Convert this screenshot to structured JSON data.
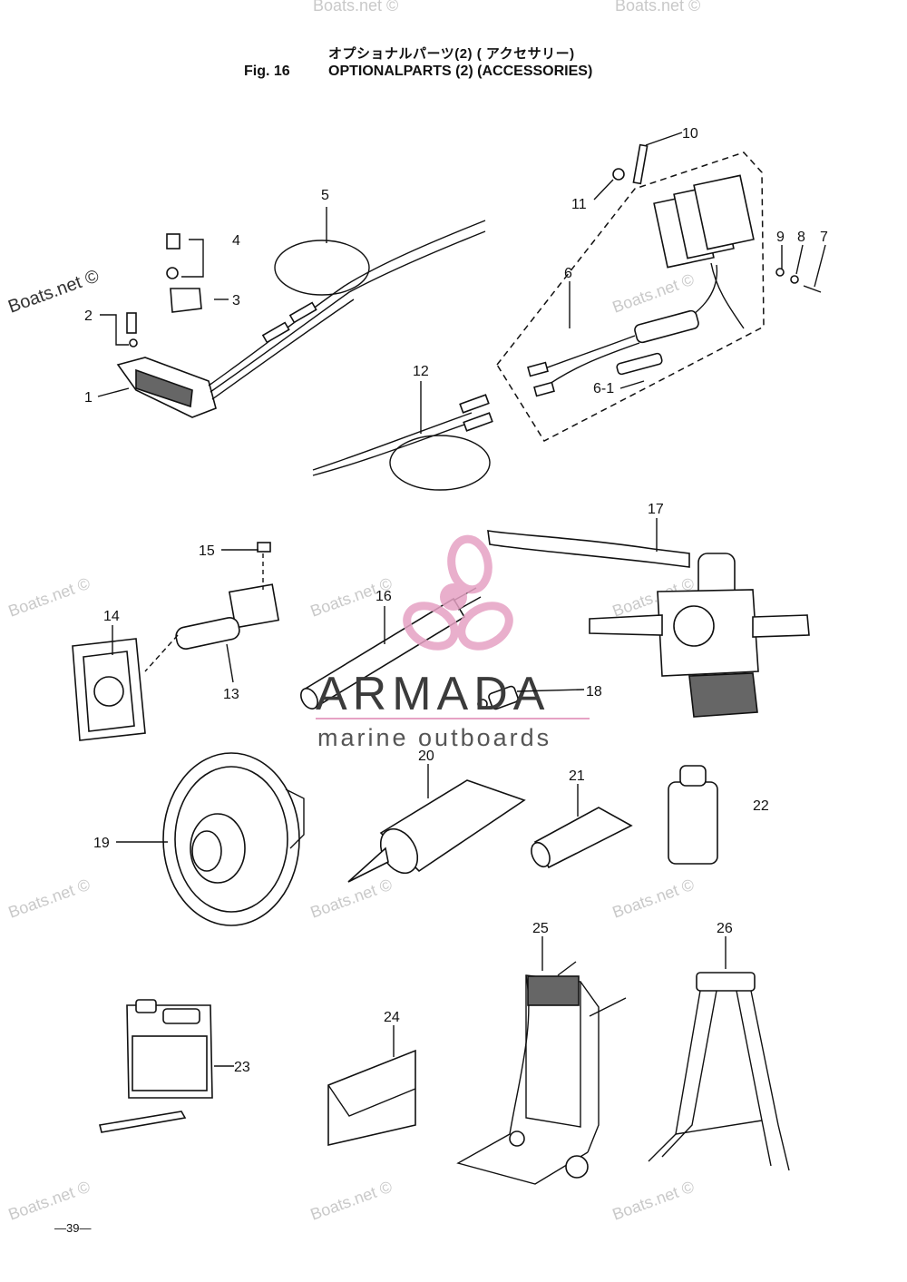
{
  "header": {
    "title_jp": "オプショナルパーツ(2) ( アクセサリー)",
    "fig_label": "Fig. 16",
    "title_en": "OPTIONALPARTS (2) (ACCESSORIES)"
  },
  "footer": {
    "page_number": "—39—"
  },
  "watermarks": {
    "site": "Boats.net ©",
    "brand": "ARMADA",
    "brand_sub": "marine outboards",
    "brand_color": "#e6a2c4"
  },
  "callouts": [
    "1",
    "2",
    "3",
    "4",
    "5",
    "6",
    "6-1",
    "7",
    "8",
    "9",
    "10",
    "11",
    "12",
    "13",
    "14",
    "15",
    "16",
    "17",
    "18",
    "19",
    "20",
    "21",
    "22",
    "23",
    "24",
    "25",
    "26"
  ]
}
